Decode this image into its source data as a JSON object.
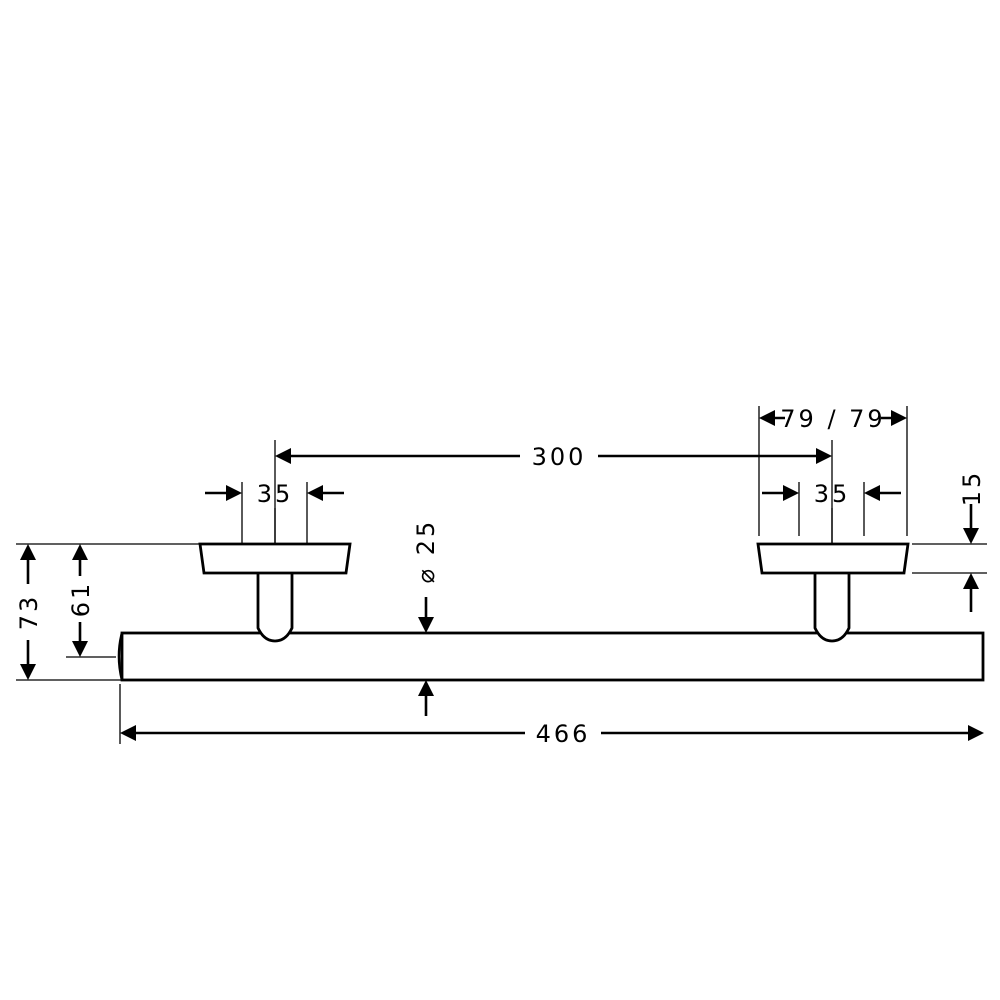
{
  "dimensions": {
    "overall_length": "466",
    "center_distance": "300",
    "left_flange_width": "35",
    "right_flange_width": "35",
    "rosette_diameters": "79 / 79",
    "flange_thickness": "15",
    "bar_diameter": "⌀ 25",
    "total_projection": "73",
    "axis_projection": "61"
  }
}
